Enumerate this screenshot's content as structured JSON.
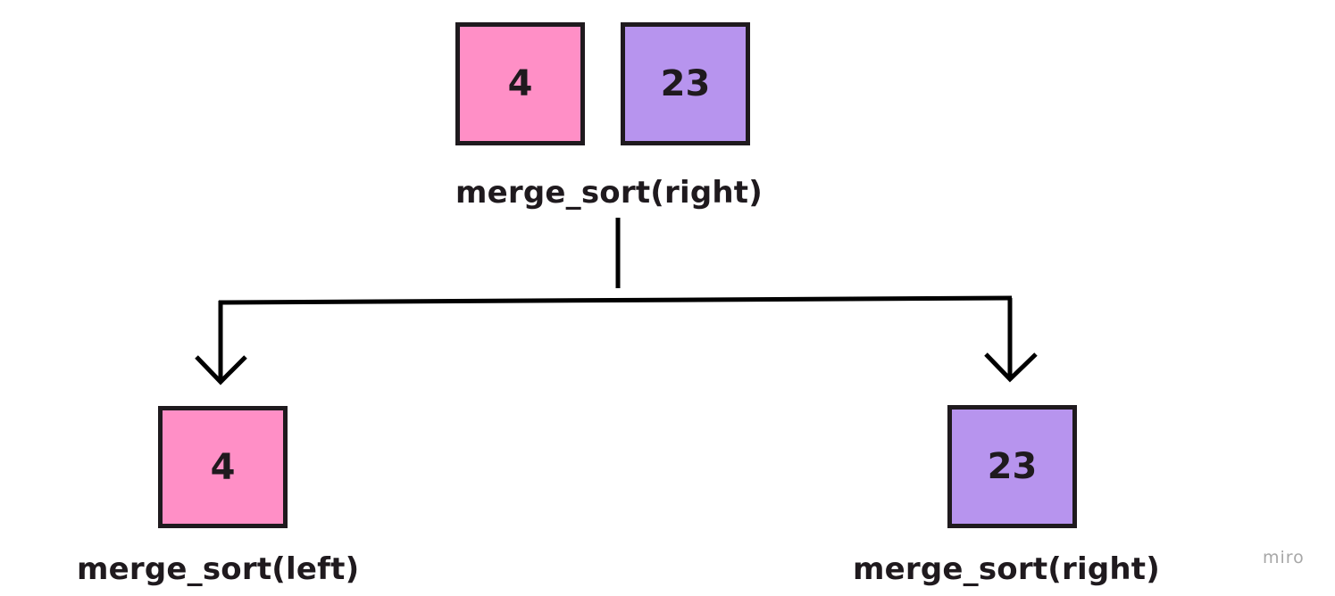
{
  "top": {
    "boxes": [
      {
        "value": "4",
        "color": "#ff8fc6"
      },
      {
        "value": "23",
        "color": "#b794ee"
      }
    ],
    "label": "merge_sort(right)"
  },
  "left_child": {
    "value": "4",
    "color": "#ff8fc6",
    "label": "merge_sort(left)"
  },
  "right_child": {
    "value": "23",
    "color": "#b794ee",
    "label": "merge_sort(right)"
  },
  "watermark": "miro"
}
